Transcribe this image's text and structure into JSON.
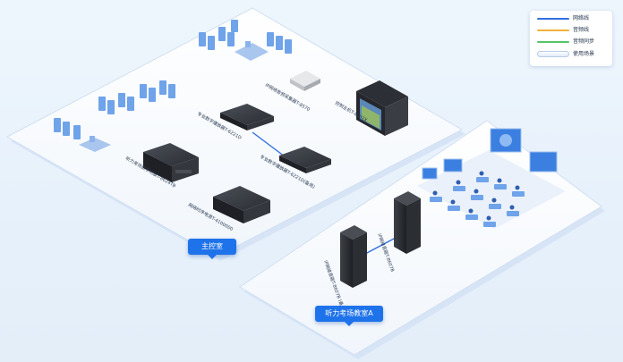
{
  "legend": {
    "items": [
      {
        "label": "网络线",
        "color": "#2f6fe0"
      },
      {
        "label": "音频线",
        "color": "#f2b23a"
      },
      {
        "label": "音频同步",
        "color": "#56c46a"
      },
      {
        "label": "使用场景"
      }
    ]
  },
  "rooms": {
    "main": "主控室",
    "classroom": "听力考场教室A"
  },
  "devices": {
    "ip_host": "IP网络音频采集器T-8570",
    "controller": "控制主机T-8002X",
    "switch1": "专业数字播放器T-6221D",
    "switch2": "专业数字播放器T-6221D(备用)",
    "amp": "听力考场数字功放T-8624TB",
    "power": "网络时序电源T-4100000",
    "speaker1": "IP网络音箱T-8607B",
    "speaker2": "IP网络音箱T-8607B\n(备用)"
  },
  "colors": {
    "accent": "#1f73ea",
    "network_line": "#2f6fe0"
  }
}
